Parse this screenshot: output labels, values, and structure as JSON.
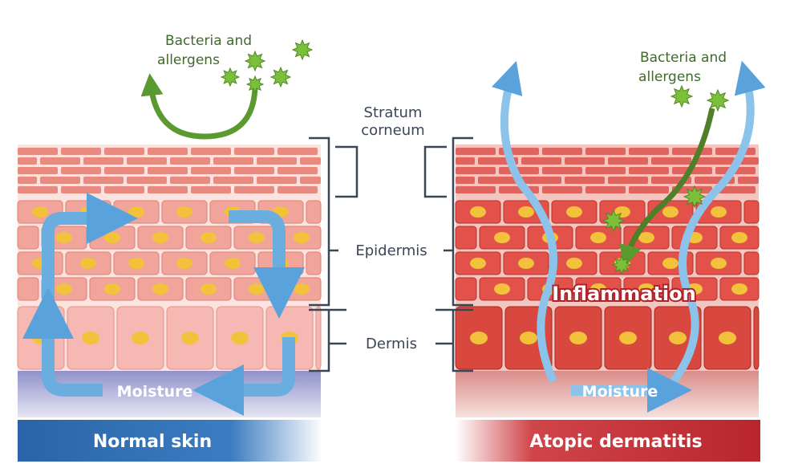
{
  "normal": {
    "bacteria_label_line1": "Bacteria and",
    "bacteria_label_line2": "allergens",
    "moisture_label": "Moisture",
    "banner": "Normal skin"
  },
  "atopic": {
    "bacteria_label_line1": "Bacteria and",
    "bacteria_label_line2": "allergens",
    "inflammation_label": "Inflammation",
    "moisture_label": "Moisture",
    "banner": "Atopic dermatitis"
  },
  "layers": {
    "stratum_line1": "Stratum",
    "stratum_line2": "corneum",
    "epidermis": "Epidermis",
    "dermis": "Dermis"
  },
  "colors": {
    "normal_banner": "#2f6fb0",
    "atopic_banner": "#c8323a",
    "moisture_arrow": "#6aaee0",
    "bacteria": "#7bbf3a"
  }
}
